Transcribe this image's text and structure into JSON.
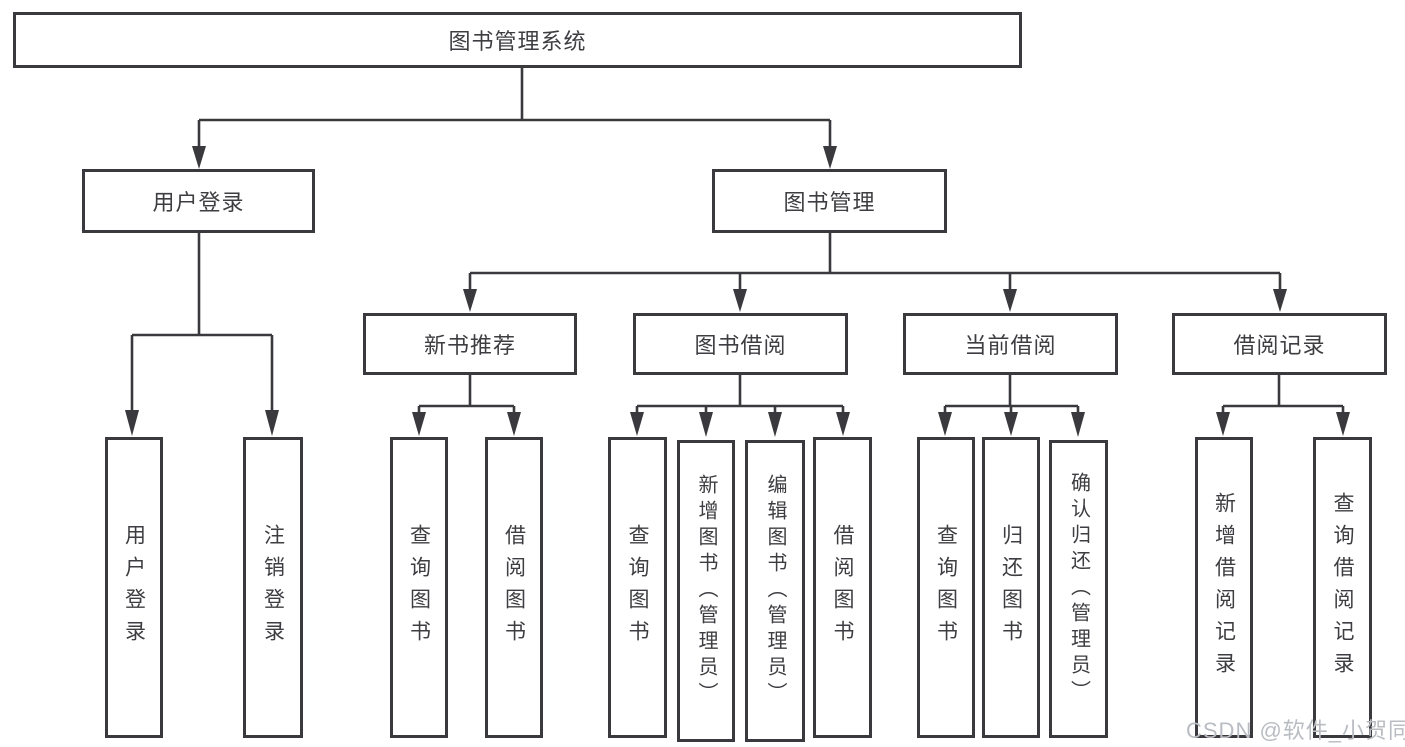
{
  "diagram": {
    "root": {
      "label": "图书管理系统",
      "children": [
        {
          "label": "用户登录",
          "children": [
            {
              "label": "用户登录"
            },
            {
              "label": "注销登录"
            }
          ]
        },
        {
          "label": "图书管理",
          "children": [
            {
              "label": "新书推荐",
              "children": [
                {
                  "label": "查询图书"
                },
                {
                  "label": "借阅图书"
                }
              ]
            },
            {
              "label": "图书借阅",
              "children": [
                {
                  "label": "查询图书"
                },
                {
                  "label": "新增图书（管理员）"
                },
                {
                  "label": "编辑图书（管理员）"
                },
                {
                  "label": "借阅图书"
                }
              ]
            },
            {
              "label": "当前借阅",
              "children": [
                {
                  "label": "查询图书"
                },
                {
                  "label": "归还图书"
                },
                {
                  "label": "确认归还（管理员）"
                }
              ]
            },
            {
              "label": "借阅记录",
              "children": [
                {
                  "label": "新增借阅记录"
                },
                {
                  "label": "查询借阅记录"
                }
              ]
            }
          ]
        }
      ]
    }
  },
  "watermark": {
    "text": "CSDN @软件_小贺同学"
  },
  "colors": {
    "line": "#3a3a3e",
    "text": "#3e3e42",
    "watermark": "#b9bcc2",
    "background": "#ffffff"
  }
}
